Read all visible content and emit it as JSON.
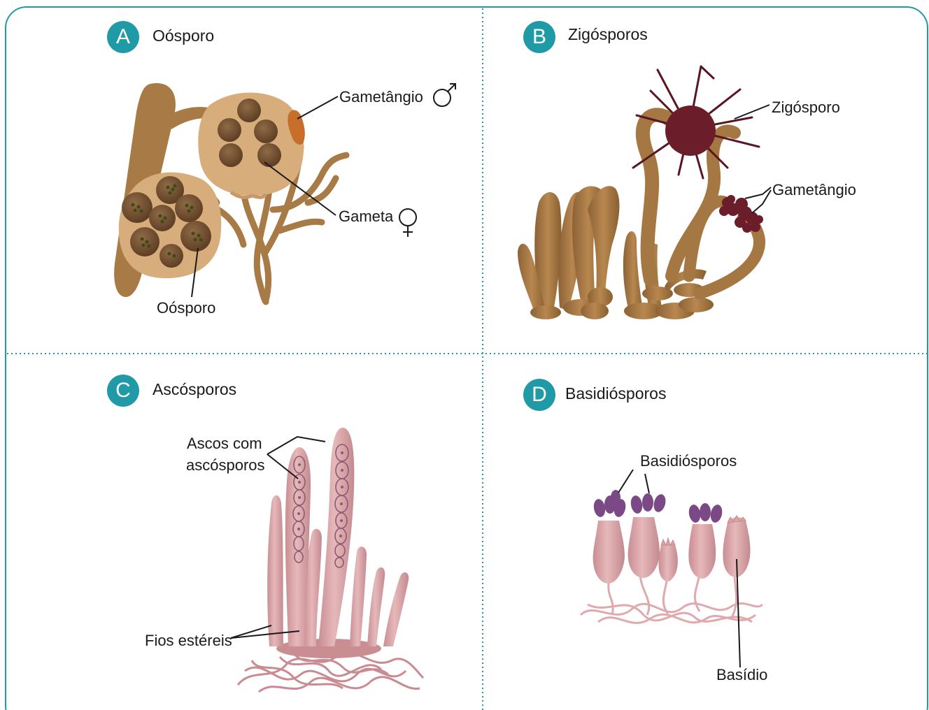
{
  "panels": [
    {
      "letter": "A",
      "title": "Oósporo"
    },
    {
      "letter": "B",
      "title": "Zigósporos"
    },
    {
      "letter": "C",
      "title": "Ascósporos"
    },
    {
      "letter": "D",
      "title": "Basidiósporos"
    }
  ],
  "labels": {
    "a_gametangio": "Gametângio",
    "a_gameta": "Gameta",
    "a_oosporo": "Oósporo",
    "b_zigosporo": "Zigósporo",
    "b_gametangio": "Gametângio",
    "c_ascos_line1": "Ascos com",
    "c_ascos_line2": "ascósporos",
    "c_fios": "Fios estéreis",
    "d_basidiosporos": "Basidiósporos",
    "d_basidio": "Basídio"
  },
  "colors": {
    "border": "#1f9aa6",
    "brown": "#a77a46",
    "tan": "#d8ad7c",
    "dark_brown": "#8a5d33",
    "maroon": "#6b1d2a",
    "pink": "#d9a3a6",
    "purple": "#7b4a86"
  },
  "icons": {
    "male": "male-symbol-icon",
    "female": "female-symbol-icon"
  }
}
